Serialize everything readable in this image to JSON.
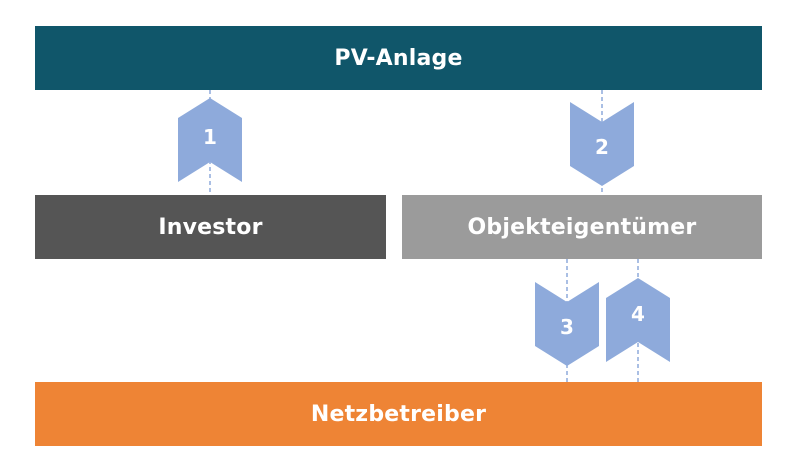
{
  "nodes": {
    "pv_system": {
      "label": "PV-Anlage",
      "color": "#10566a"
    },
    "investor": {
      "label": "Investor",
      "color": "#555555"
    },
    "property_owner": {
      "label": "Objekteigentümer",
      "color": "#9b9b9b"
    },
    "grid_operator": {
      "label": "Netzbetreiber",
      "color": "#ee8435"
    }
  },
  "flows": [
    {
      "number": "1",
      "from": "investor",
      "to": "pv_system",
      "direction": "up"
    },
    {
      "number": "2",
      "from": "pv_system",
      "to": "property_owner",
      "direction": "down"
    },
    {
      "number": "3",
      "from": "property_owner",
      "to": "grid_operator",
      "direction": "down"
    },
    {
      "number": "4",
      "from": "grid_operator",
      "to": "property_owner",
      "direction": "up"
    }
  ],
  "colors": {
    "arrow": "#8eaadb",
    "text": "#ffffff"
  }
}
